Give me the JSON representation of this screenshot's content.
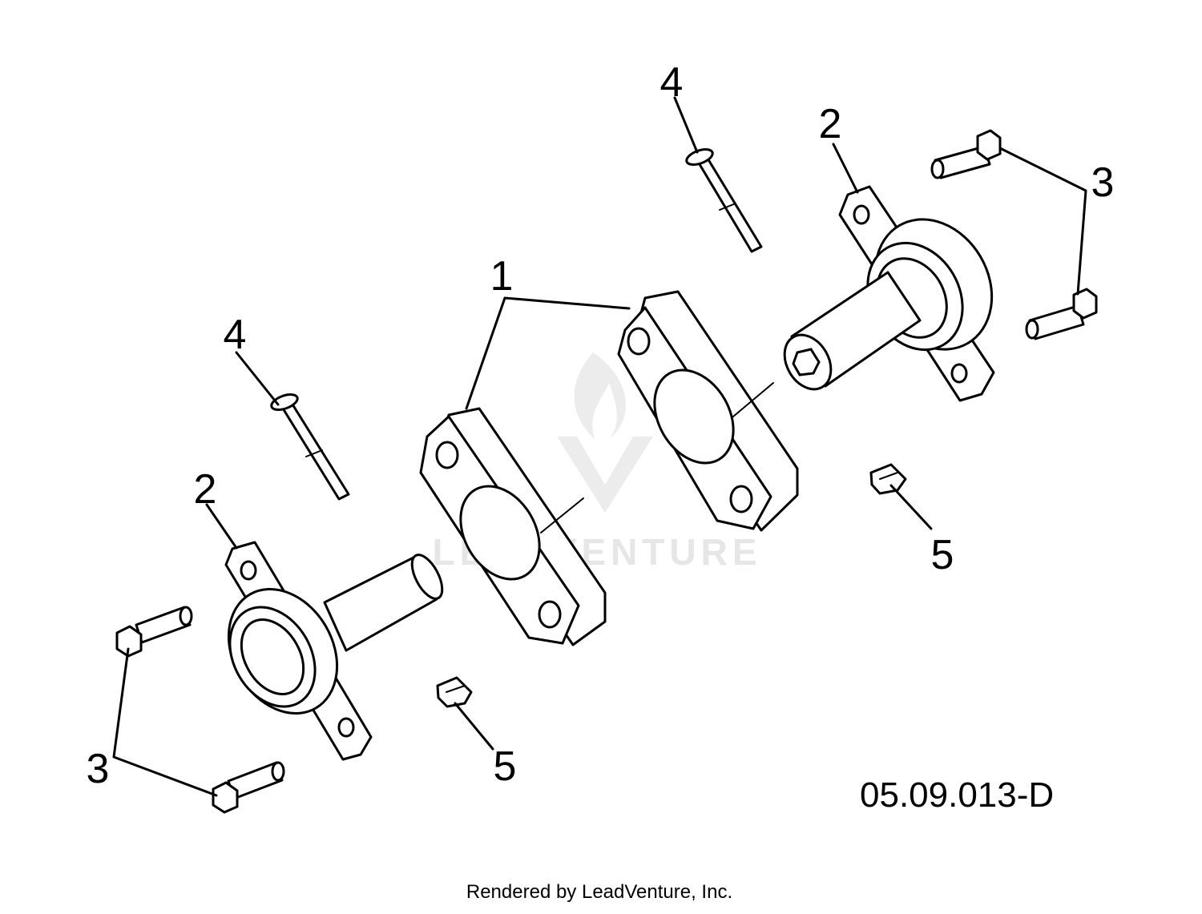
{
  "diagram": {
    "drawing_code": "05.09.013-D",
    "footer": "Rendered by LeadVenture, Inc.",
    "watermark": "LEADVENTURE",
    "callouts": [
      {
        "id": "c1",
        "label": "1"
      },
      {
        "id": "c2-top",
        "label": "2"
      },
      {
        "id": "c2-bottom",
        "label": "2"
      },
      {
        "id": "c3-right",
        "label": "3"
      },
      {
        "id": "c3-left",
        "label": "3"
      },
      {
        "id": "c4-top",
        "label": "4"
      },
      {
        "id": "c4-left",
        "label": "4"
      },
      {
        "id": "c5-right",
        "label": "5"
      },
      {
        "id": "c5-bottom",
        "label": "5"
      }
    ],
    "colors": {
      "line": "#000000",
      "watermark": "#e6e6e6",
      "background": "#ffffff"
    }
  }
}
